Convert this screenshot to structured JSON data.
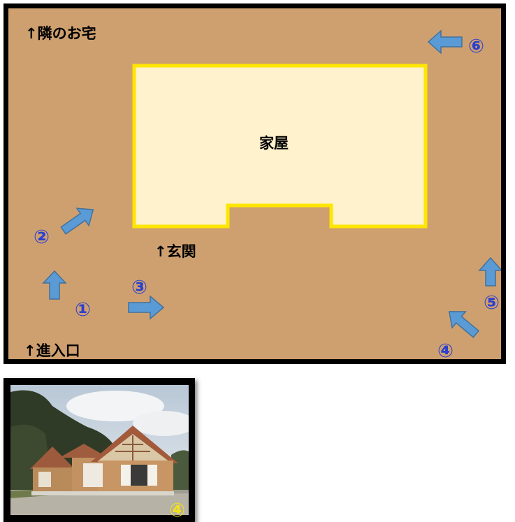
{
  "plan": {
    "neighbor_label": "↑隣のお宅",
    "house_label": "家屋",
    "entrance_label": "↑玄関",
    "approach_label": "↑進入口",
    "markers": [
      "①",
      "②",
      "③",
      "④",
      "⑤",
      "⑥"
    ]
  },
  "photo": {
    "marker": "④"
  },
  "colors": {
    "ground": "#cfa06f",
    "house_fill": "#fff2cc",
    "house_border": "#ffe600",
    "arrow_fill": "#5b9bd5",
    "marker_text": "#2a3fd0"
  }
}
